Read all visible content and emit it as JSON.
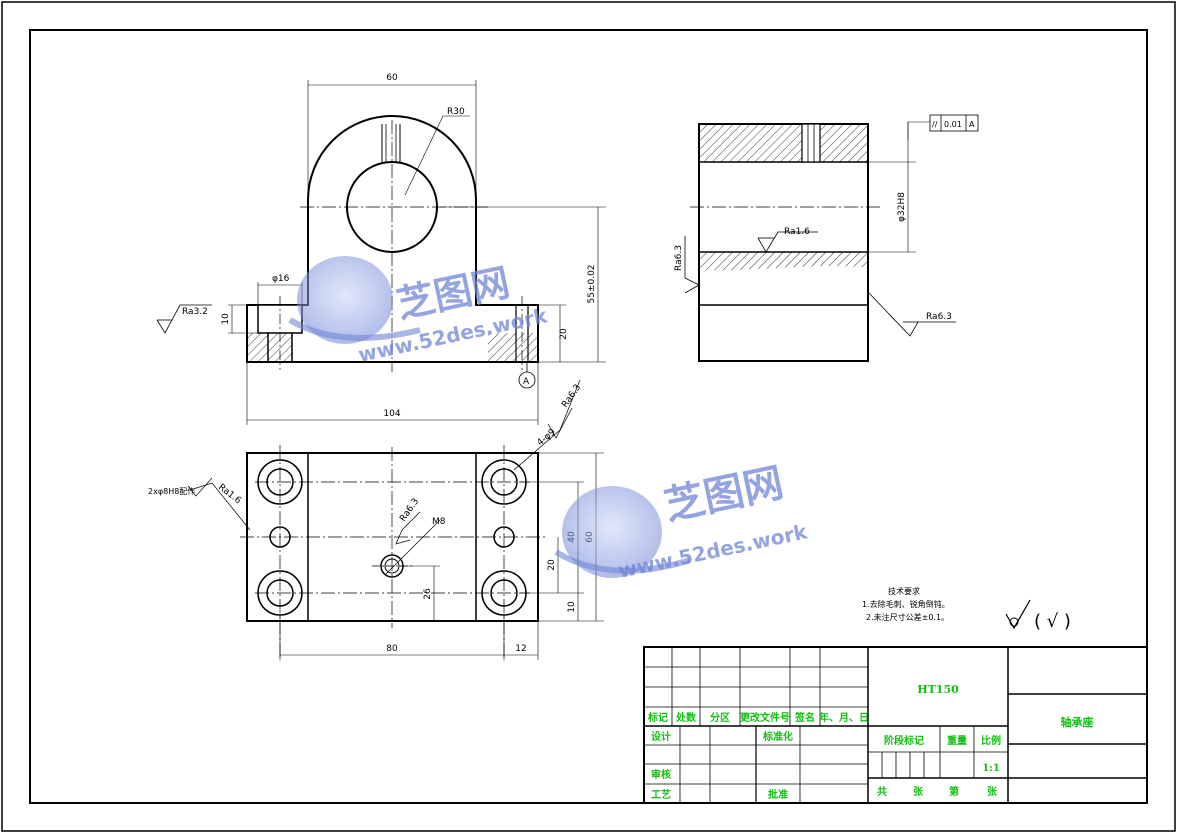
{
  "drawing": {
    "front_view": {
      "dim_top_width": "60",
      "dim_radius": "R30",
      "dim_counterbore": "φ16",
      "dim_height": "55±0.02",
      "dim_base_height": "20",
      "dim_cb_depth": "10",
      "dim_overall_width": "104",
      "roughness_left": "Ra3.2",
      "datum": "A"
    },
    "side_view": {
      "dim_bore": "φ32H8",
      "roughness_bore": "Ra1.6",
      "roughness_left": "Ra6.3",
      "roughness_right": "Ra6.3",
      "tolerance_symbol": "//",
      "tolerance_value": "0.01",
      "tolerance_datum": "A"
    },
    "top_view": {
      "note_holes": "2xφ8H8配作",
      "roughness_holes": "Ra1.6",
      "roughness_center": "Ra6.3",
      "thread": "M8",
      "roughness_corner": "Ra6.3",
      "dim_corner_holes": "4-φ9",
      "dim_40": "40",
      "dim_60": "60",
      "dim_20": "20",
      "dim_26": "26",
      "dim_10": "10",
      "dim_80": "80",
      "dim_12": "12"
    },
    "tech_notes": {
      "title": "技术要求",
      "line1": "1.去除毛刺、锐角倒钝。",
      "line2": "2.未注尺寸公差±0.1。"
    },
    "surface_symbol": "( √ )"
  },
  "title_block": {
    "material": "HT150",
    "part_name": "轴承座",
    "rev_headers": [
      "标记",
      "处数",
      "分区",
      "更改文件号",
      "签名",
      "年、月、日"
    ],
    "design": "设计",
    "standardize": "标准化",
    "review": "审核",
    "process": "工艺",
    "approve": "批准",
    "stage_mark": "阶段标记",
    "weight": "重量",
    "scale_label": "比例",
    "scale": "1:1",
    "sheets_total": "共",
    "sheets_unit": "张",
    "sheet_no": "第",
    "sheet_unit2": "张"
  },
  "watermark": {
    "brand": "芝图网",
    "url": "www.52des.work"
  },
  "colors": {
    "line": "#000000",
    "title_text": "#10c010",
    "watermark": "#6f86d6"
  }
}
